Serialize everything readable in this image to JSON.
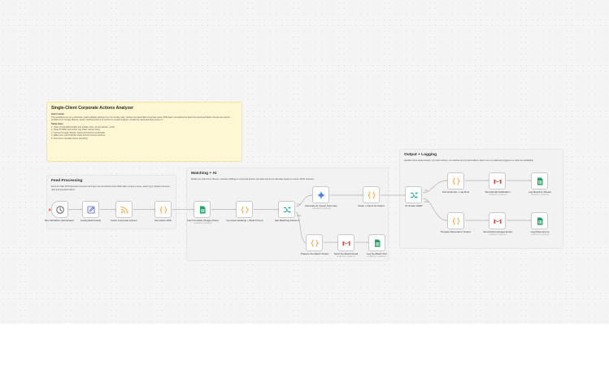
{
  "canvas": {
    "note": {
      "title": "Single-Client Corporate Actions Analyzer",
      "how_heading": "How it works",
      "how_text": "This workflow runs on a schedule, reads editable settings from the Config node, fetches the latest SEC corporate action RSS feed, normalizes the feed into structured fields, checks one client's portfolio from Google Sheets, sends matched actions to Gemini for impact analysis, emails the result and logs every run.",
      "setup_heading": "Setup steps",
      "steps": [
        "1. Open Config (Edit Fields) and update client_id and advisor_email",
        "2. Keep Portfolio and Action Log sheet names ready",
        "3. Connect Google Sheets, Gmail and Gemini credentials",
        "4. Make sure your Portfolio sheet has the correct columns",
        "5. Test once manually before activating"
      ]
    },
    "sections": {
      "feed": {
        "title": "Feed Processing",
        "text": "Runs the SEC RSS feed and converts each item into structured action fields (like company name, action type, dividend amount, ratio and important dates."
      },
      "match": {
        "title": "Matching + AI",
        "text": "Reads one client from Sheets, matches holdings to corporate actions and asks Gemini to calculate impact in a strict JSON structure."
      },
      "output": {
        "title": "Output + Logging",
        "text": "Handles three cases cleanly: no-match actions, no matches and AI parse failure. Each one is emailed and logged to a sheet for auditability."
      }
    },
    "nodes": {
      "run_workflow": {
        "label": "Run Workflow (Scheduled)",
        "icon": "clock-icon"
      },
      "config": {
        "label": "Config (Edit Fields)",
        "icon": "pencil-icon"
      },
      "fetch_ca": {
        "label": "Fetch Corporate Actions",
        "icon": "rss-icon"
      },
      "normalize": {
        "label": "Normalize RSS",
        "icon": "code-icon"
      },
      "fetch_portfolio": {
        "label": "Fetch Portfolio (Single Client)",
        "sub": "undefined: undefined",
        "icon": "google-sheets-icon"
      },
      "compute": {
        "label": "Compute Holdings + Build Prompt",
        "icon": "code-icon"
      },
      "has_matching": {
        "label": "Has Matching Actions?",
        "icon": "if-branch-icon"
      },
      "gemini": {
        "label": "Generate AI Impact Summary",
        "sub": "undefined: undefined",
        "icon": "gemini-icon"
      },
      "clean_parse": {
        "label": "Clean + Parse AI Output",
        "icon": "code-icon"
      },
      "ai_valid": {
        "label": "AI Output Valid?",
        "icon": "if-branch-icon"
      },
      "prepare_no_match": {
        "label": "Prepare No-Match Output",
        "icon": "code-icon"
      },
      "send_no_match": {
        "label": "Send No-Match Email",
        "sub": "undefined: undefined",
        "icon": "gmail-icon"
      },
      "log_no_match": {
        "label": "Log No-Match Run",
        "sub": "undefined: undefined",
        "icon": "google-sheets-icon"
      },
      "format_email": {
        "label": "Format Email + Log Row",
        "icon": "code-icon"
      },
      "send_notification": {
        "label": "Send Email Notification",
        "sub": "undefined: undefined",
        "icon": "gmail-icon"
      },
      "log_result": {
        "label": "Log Result to Sheets",
        "sub": "undefined: undefined",
        "icon": "google-sheets-icon"
      },
      "prepare_parse_error": {
        "label": "Prepare Parse Error Output",
        "icon": "code-icon"
      },
      "send_admin": {
        "label": "Send Admin Review Email",
        "sub": "undefined: undefined",
        "icon": "gmail-icon"
      },
      "log_errors": {
        "label": "Log Parse Errors",
        "sub": "undefined: undefined",
        "icon": "google-sheets-icon"
      }
    },
    "branch_labels": {
      "true": "true",
      "false": "false"
    },
    "colors": {
      "canvas": "#f5f5f5",
      "note": "#fff6d4",
      "section": "#f2f2f2",
      "edge": "#b3b3b3",
      "trigger": "#ff6d5a"
    }
  }
}
